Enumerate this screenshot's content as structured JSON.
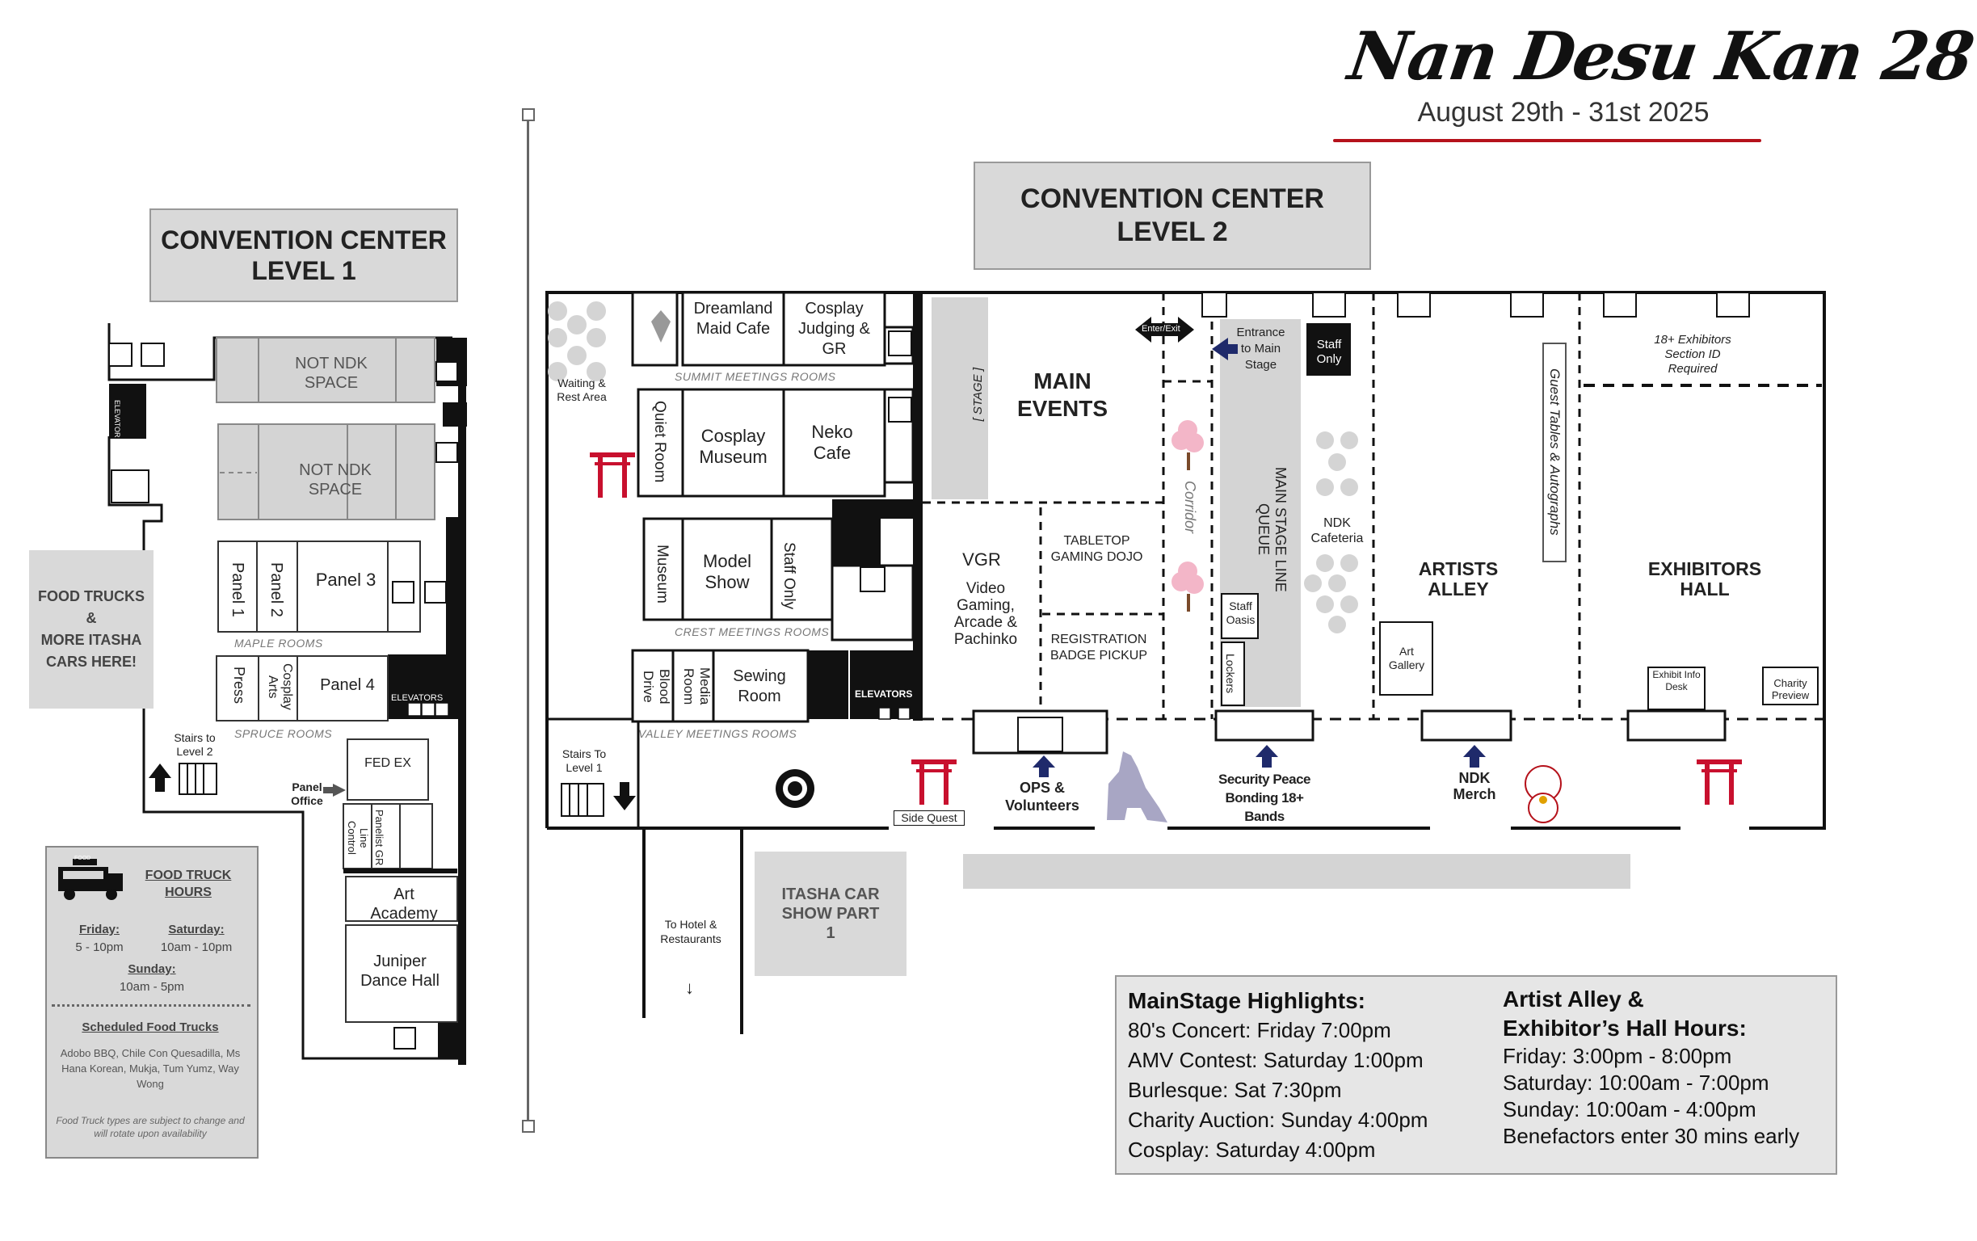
{
  "header": {
    "title": "Nan Desu Kan 28",
    "dates": "August 29th - 31st 2025",
    "accent": "#b5121b"
  },
  "level1": {
    "title_line1": "CONVENTION CENTER",
    "title_line2": "LEVEL 1",
    "not_ndk_1": "NOT NDK SPACE",
    "not_ndk_2": "NOT NDK SPACE",
    "elevator_small": "ELEVATOR",
    "panel1": "Panel 1",
    "panel2": "Panel 2",
    "panel3": "Panel 3",
    "panel4": "Panel 4",
    "maple": "MAPLE ROOMS",
    "press": "Press",
    "cosplay_arts": "Cosplay Arts",
    "elevators": "ELEVATORS",
    "spruce": "SPRUCE ROOMS",
    "stairs": "Stairs to Level 2",
    "fedex": "FED EX",
    "panel_office": "Panel Office",
    "line_control": "Line Control",
    "panelist_gr": "Panelist GR",
    "art_academy": "Art Academy",
    "juniper": "Juniper Dance Hall"
  },
  "food_trucks_box": {
    "line1": "FOOD TRUCKS",
    "line2": "&",
    "line3": "MORE ITASHA",
    "line4": "CARS HERE!"
  },
  "food_hours": {
    "truck_sign": "FOOD",
    "title_line1": "FOOD TRUCK",
    "title_line2": "HOURS",
    "friday_label": "Friday:",
    "friday_hours": "5 - 10pm",
    "saturday_label": "Saturday:",
    "saturday_hours": "10am - 10pm",
    "sunday_label": "Sunday:",
    "sunday_hours": "10am - 5pm",
    "scheduled_title": "Scheduled Food Trucks",
    "scheduled_list": "Adobo BBQ, Chile Con Quesadilla, Ms Hana Korean, Mukja, Tum Yumz, Way Wong",
    "note": "Food Truck types are subject to change and will rotate upon availability"
  },
  "level2": {
    "title_line1": "CONVENTION CENTER",
    "title_line2": "LEVEL 2",
    "waiting": "Waiting & Rest Area",
    "dreamland": "Dreamland Maid Cafe",
    "cosplay_judging": "Cosplay Judging & GR",
    "summit": "SUMMIT MEETINGS ROOMS",
    "quiet_room": "Quiet Room",
    "cosplay_museum": "Cosplay Museum",
    "neko_cafe": "Neko Cafe",
    "museum": "Museum",
    "model_show": "Model Show",
    "staff_only_v": "Staff Only",
    "crest": "CREST MEETINGS ROOMS",
    "blood_drive": "Blood Drive",
    "media_room": "Media Room",
    "sewing_room": "Sewing Room",
    "elevators": "ELEVATORS",
    "valley": "VALLEY MEETINGS ROOMS",
    "stage": "[ STAGE ]",
    "main_events": "MAIN EVENTS",
    "vgr": "VGR",
    "vgr_desc": "Video Gaming, Arcade & Pachinko",
    "tabletop": "TABLETOP GAMING DOJO",
    "registration": "REGISTRATION BADGE PICKUP",
    "enter_exit": "Enter/Exit",
    "corridor": "Corridor",
    "entrance_main": "Entrance to Main Stage",
    "staff_only_box": "Staff Only",
    "queue": "MAIN STAGE LINE QUEUE",
    "ndk_cafeteria": "NDK Cafeteria",
    "staff_oasis": "Staff Oasis",
    "lockers": "Lockers",
    "artists_alley": "ARTISTS ALLEY",
    "art_gallery": "Art Gallery",
    "guest_tables": "Guest Tables & Autographs",
    "exhibitors18": "18+ Exhibitors Section ID Required",
    "exhibitors_hall": "EXHIBITORS HALL",
    "exhibit_info": "Exhibit Info Desk",
    "charity_preview": "Charity Preview",
    "stairs_l1": "Stairs To Level 1",
    "side_quest": "Side Quest",
    "ops": "OPS & Volunteers",
    "security": "Security Peace Bonding 18+ Bands",
    "ndk_merch": "NDK Merch",
    "to_hotel": "To Hotel & Restaurants",
    "itasha": "ITASHA CAR SHOW PART 1"
  },
  "mainstage": {
    "title": "MainStage Highlights:",
    "items": [
      "80's Concert: Friday 7:00pm",
      "AMV Contest: Saturday 1:00pm",
      "Burlesque: Sat 7:30pm",
      "Charity Auction: Sunday 4:00pm",
      "Cosplay: Saturday 4:00pm"
    ]
  },
  "hall_hours": {
    "title_line1": "Artist Alley &",
    "title_line2": "Exhibitor’s Hall Hours:",
    "items": [
      "Friday: 3:00pm - 8:00pm",
      "Saturday: 10:00am - 7:00pm",
      "Sunday: 10:00am - 4:00pm",
      "Benefactors enter 30 mins early"
    ]
  }
}
